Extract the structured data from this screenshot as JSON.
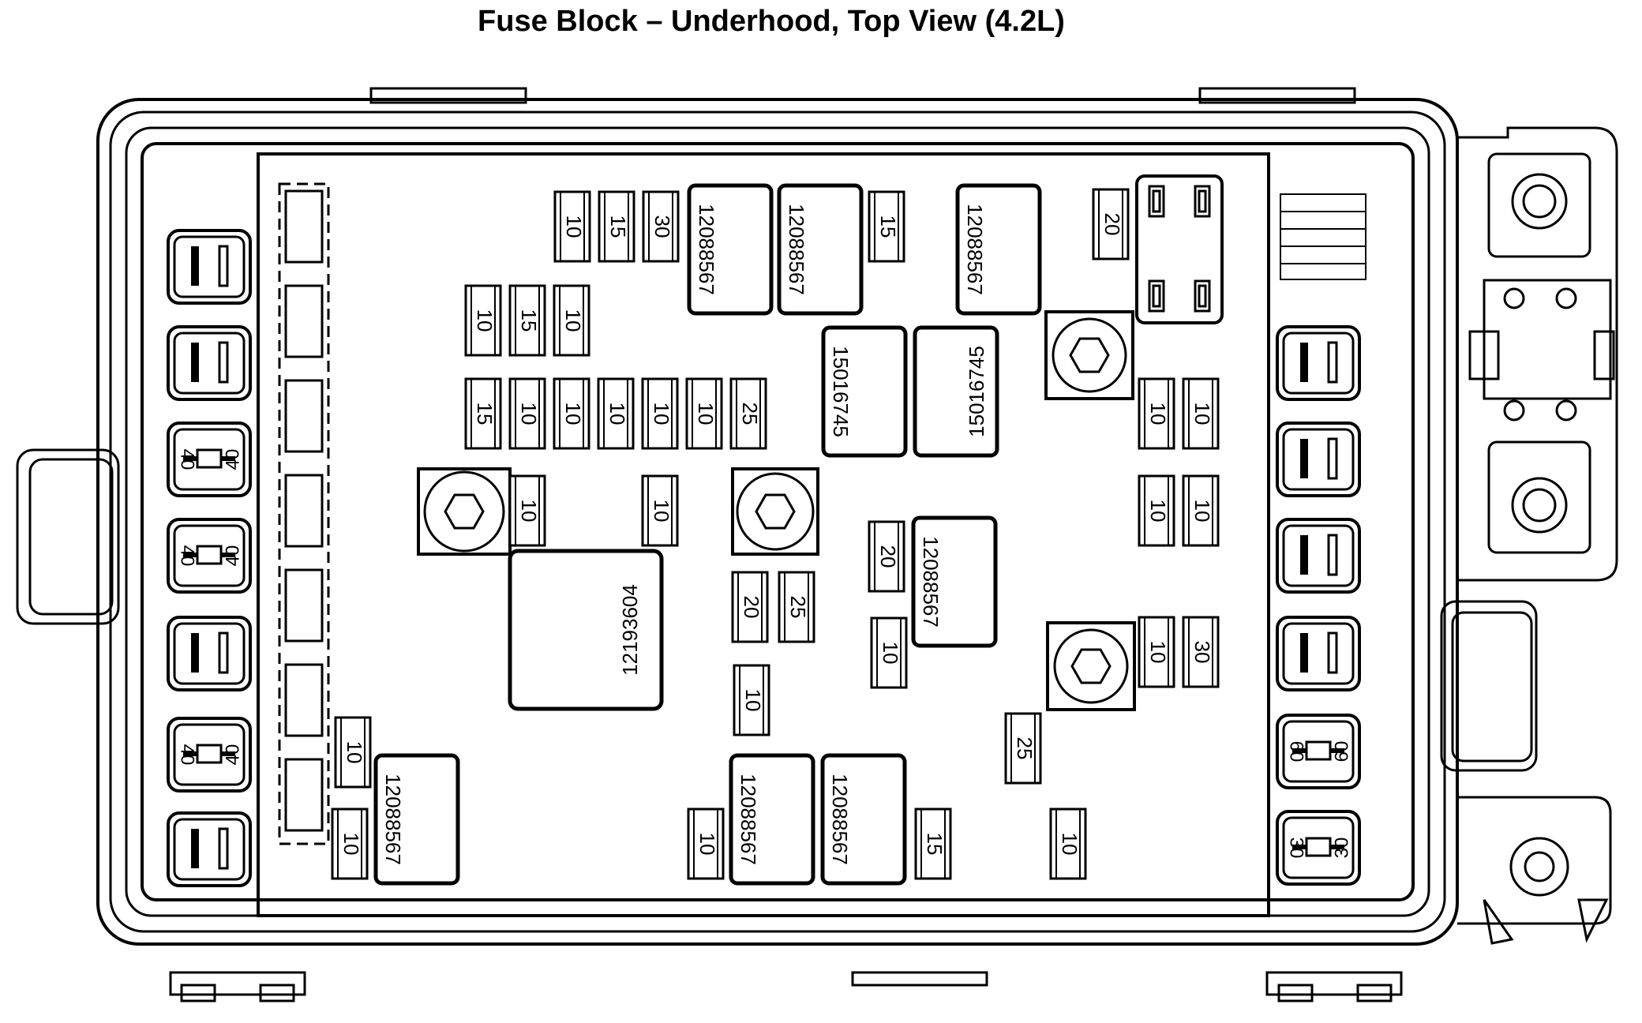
{
  "title": "Fuse Block – Underhood, Top View (4.2L)",
  "relays": [
    {
      "part": "12088567"
    },
    {
      "part": "12088567"
    },
    {
      "part": "12088567"
    },
    {
      "part": "15016745"
    },
    {
      "part": "15016745"
    },
    {
      "part": "12193604"
    },
    {
      "part": "12088567"
    },
    {
      "part": "12088567"
    },
    {
      "part": "12088567"
    },
    {
      "part": "12088567"
    }
  ],
  "mini_fuses": [
    {
      "amp": "10"
    },
    {
      "amp": "15"
    },
    {
      "amp": "30"
    },
    {
      "amp": "15"
    },
    {
      "amp": "20"
    },
    {
      "amp": "10"
    },
    {
      "amp": "15"
    },
    {
      "amp": "10"
    },
    {
      "amp": "15"
    },
    {
      "amp": "10"
    },
    {
      "amp": "10"
    },
    {
      "amp": "10"
    },
    {
      "amp": "10"
    },
    {
      "amp": "10"
    },
    {
      "amp": "25"
    },
    {
      "amp": "10"
    },
    {
      "amp": "10"
    },
    {
      "amp": "10"
    },
    {
      "amp": "10"
    },
    {
      "amp": "10"
    },
    {
      "amp": "10"
    },
    {
      "amp": "20"
    },
    {
      "amp": "20"
    },
    {
      "amp": "25"
    },
    {
      "amp": "10"
    },
    {
      "amp": "10"
    },
    {
      "amp": "10"
    },
    {
      "amp": "30"
    },
    {
      "amp": "25"
    },
    {
      "amp": "10"
    },
    {
      "amp": "10"
    },
    {
      "amp": "10"
    },
    {
      "amp": "15"
    },
    {
      "amp": "10"
    }
  ],
  "left_jcase": [
    {
      "amp": ""
    },
    {
      "amp": ""
    },
    {
      "amp": "40"
    },
    {
      "amp": "40"
    },
    {
      "amp": ""
    },
    {
      "amp": "40"
    },
    {
      "amp": ""
    }
  ],
  "right_jcase": [
    {
      "amp": ""
    },
    {
      "amp": ""
    },
    {
      "amp": ""
    },
    {
      "amp": ""
    },
    {
      "amp": "60"
    },
    {
      "amp": "30"
    }
  ]
}
